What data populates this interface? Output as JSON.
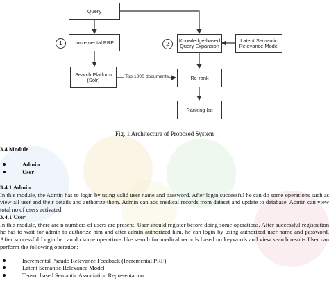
{
  "diagram": {
    "nodes": {
      "query": "Query",
      "incremental_prf": "Incremental PRF",
      "search_platform": "Search Platform\n(Solr)",
      "knowledge_expansion": "Knowledge-based\nQuery Expansion",
      "latent_model": "Latent Semantic\nRelevance Model",
      "rerank": "Re-rank",
      "ranking_list": "Ranking list"
    },
    "circle_labels": [
      "1",
      "2"
    ],
    "edge_label": "Top 1000 documents"
  },
  "caption": "Fig. 1 Architecture of Proposed System",
  "sections": {
    "module_heading": "3.4 Module",
    "module_items": [
      "Admin",
      "User"
    ],
    "admin_heading": "3.4.1 Admin",
    "admin_text": "In this module, the Admin has to login by using valid user name and password. After login successful he can do some operations such as view all user and their details and authorize them. Admin can add medical records from dataset and update to database. Admin can view total no of users activated.",
    "user_heading": "3.4.1 User",
    "user_text": "In this module, there are n numbers of users are present. User should register before doing some operations. After successful registration he has to wait for admin to authorize him and after admin authorized him, he can login by using authorized user name and password. After successful Login he can do some operations like search for medical records based on keywords and view search results User can perform the following operation:",
    "user_items": [
      "Incremental Pseudo Relevance Feedback (Incremental PRF)",
      "Latent Semantic Relevance Model",
      "Tensor based Semantic Association Representation"
    ]
  }
}
